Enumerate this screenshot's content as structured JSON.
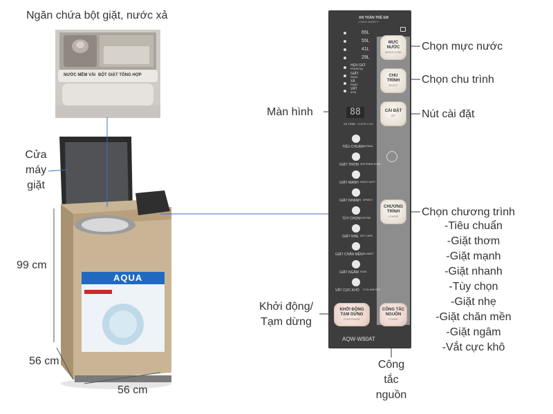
{
  "labels": {
    "detergent": "Ngăn chứa bột giặt, nước xả",
    "door": [
      "Cửa",
      "máy",
      "giặt"
    ],
    "height": "99 cm",
    "depth": "56 cm",
    "width": "56 cm",
    "water_level": "Chọn mực nước",
    "cycle": "Chọn chu trình",
    "setting": "Nút cài đặt",
    "display": "Màn hình",
    "program": "Chọn chương trình",
    "start": [
      "Khởi động/",
      "Tạm dừng"
    ],
    "power": [
      "Công",
      "tắc",
      "nguồn"
    ],
    "programs": [
      "-Tiêu chuẩn",
      "-Giặt thơm",
      "-Giặt mạnh",
      "-Giặt nhanh",
      "-Tùy chọn",
      "-Giặt nhẹ",
      "-Giặt chăn mền",
      "-Giặt ngâm",
      "-Vắt cực khô"
    ]
  },
  "drawer": {
    "left_label": "NƯỚC MỀM VẢI",
    "right_label": "BỘT GIẶT TỔNG HỢP"
  },
  "machine": {
    "brand": "AQUA"
  },
  "panel": {
    "child_safety": "AN TOÀN TRẺ EM",
    "child_safety_en": "CHILD SAFETY",
    "levels": [
      "65L",
      "55L",
      "41L",
      "29L"
    ],
    "timer": "HẸN GIỜ",
    "timer_en": "PRESET(h)",
    "wash": "GIẶT",
    "wash_en": "WASH",
    "rinse": "XẢ",
    "rinse_en": "RINSE",
    "spin": "VẮT",
    "spin_en": "SPIN",
    "display_value": "88",
    "tub_clean": "XẢ TRÀN",
    "tub_clean_en": "OVERFLOW",
    "water_btn": [
      "MỰC",
      "NƯỚC"
    ],
    "water_btn_en": "WATER LEVEL",
    "cycle_btn": [
      "CHU",
      "TRÌNH"
    ],
    "cycle_btn_en": "SELECT",
    "setting_btn": [
      "CÀI ĐẶT"
    ],
    "setting_btn_en": "SET",
    "program_btn": [
      "CHƯƠNG",
      "TRÌNH"
    ],
    "program_btn_en": "COURSE",
    "courses": [
      "TIÊU CHUẨN",
      "GIẶT THƠM",
      "GIẶT MẠNH",
      "GIẶT NHANH",
      "TÙY CHỌN",
      "GIẶT NHẸ",
      "GIẶT CHĂN MỀN",
      "GIẶT NGÂM",
      "VẮT CỰC KHÔ"
    ],
    "courses_en": [
      "NORMAL",
      "SOFTENER SOAK",
      "HEAVY DUTY",
      "SPEEDY",
      "CUSTOM",
      "DRY CARE",
      "BLANKET",
      "SOAK",
      "CYCLONE DRY"
    ],
    "start_btn": [
      "KHỞI ĐỘNG",
      "TẠM DỪNG"
    ],
    "start_btn_en": "START/PAUSE",
    "power_btn": [
      "CÔNG TẮC",
      "NGUỒN"
    ],
    "power_btn_en": "POWER",
    "model": "AQW-W90AT"
  }
}
